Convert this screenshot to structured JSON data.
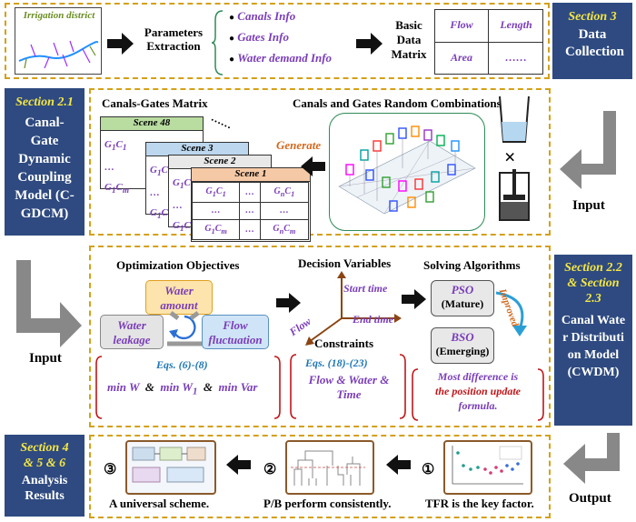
{
  "row1": {
    "irrigation_label": "Irrigation district",
    "parameters_extraction": "Parameters Extraction",
    "info_items": [
      "Canals Info",
      "Gates Info",
      "Water demand Info"
    ],
    "basic_matrix_label": "Basic Data Matrix",
    "matrix_cells": [
      "Flow",
      "Length",
      "Area",
      "……"
    ],
    "section_title": "Section 3",
    "section_name": "Data Collection"
  },
  "row2": {
    "section_title": "Section 2.1",
    "section_name": "Canal-Gate Dynamic Coupling Model (C-GDCM)",
    "canals_gates_matrix": "Canals-Gates Matrix",
    "random_combinations": "Canals and Gates Random Combinations",
    "generate_label": "Generate",
    "scenes": [
      "Scene 48",
      "Scene 3",
      "Scene 2",
      "Scene 1"
    ],
    "scene_cells": [
      "G1C1",
      "…",
      "GnC1",
      "…",
      "…",
      "…",
      "G1Cm",
      "…",
      "GnCm"
    ],
    "dots_label": "……",
    "input_label": "Input",
    "times_symbol": "×"
  },
  "row3": {
    "section_title": "Section 2.2 & Section 2.3",
    "section_name": "Canal Water Distribution Model (CWDM)",
    "input_label": "Input",
    "optimization_objectives": "Optimization Objectives",
    "water_amount": "Water amount",
    "water_leakage": "Water leakage",
    "flow_fluctuation": "Flow fluctuation",
    "eqs_objectives": "Eqs. (6)-(8)",
    "min_formula": "min W  &  min W1  &  min Var",
    "decision_variables": "Decision Variables",
    "start_time": "Start time",
    "end_time": "End time",
    "flow": "Flow",
    "constraints": "Constraints",
    "eqs_constraints": "Eqs. (18)-(23)",
    "constraint_text": "Flow & Water & Time",
    "solving_algorithms": "Solving Algorithms",
    "pso": "PSO",
    "pso_sub": "(Mature)",
    "bso": "BSO",
    "bso_sub": "(Emerging)",
    "improved": "Improved",
    "difference_text_1": "Most difference is",
    "difference_text_2": "the position update",
    "difference_text_3": "formula."
  },
  "row4": {
    "section_title": "Section 4 & 5 & 6",
    "section_name": "Analysis Results",
    "output_label": "Output",
    "results": [
      {
        "num": "③",
        "caption": "A universal scheme."
      },
      {
        "num": "②",
        "caption": "P/B perform consistently."
      },
      {
        "num": "①",
        "caption": "TFR is the key factor."
      }
    ]
  }
}
